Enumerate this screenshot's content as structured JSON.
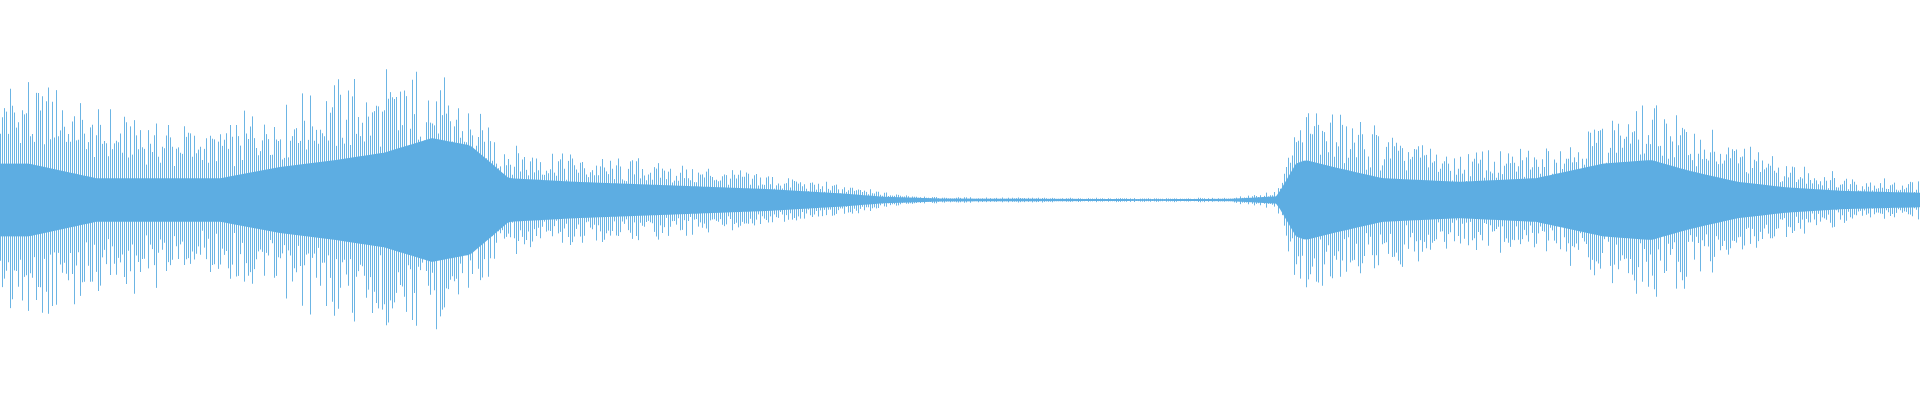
{
  "chart_data": {
    "type": "waveform",
    "color": "#5dade2",
    "background": "#ffffff",
    "y_range": [
      -1,
      1
    ],
    "x_range": [
      0,
      1
    ],
    "grid": false,
    "axes": false,
    "legend": "none",
    "envelope": {
      "time": [
        0.0,
        0.015,
        0.05,
        0.085,
        0.115,
        0.145,
        0.175,
        0.2,
        0.225,
        0.245,
        0.265,
        0.3,
        0.35,
        0.4,
        0.44,
        0.46,
        0.49,
        0.55,
        0.6,
        0.64,
        0.665,
        0.675,
        0.68,
        0.695,
        0.72,
        0.76,
        0.8,
        0.835,
        0.86,
        0.88,
        0.905,
        0.93,
        0.96,
        1.0
      ],
      "peak": [
        0.6,
        0.63,
        0.5,
        0.42,
        0.4,
        0.52,
        0.6,
        0.65,
        0.66,
        0.48,
        0.3,
        0.24,
        0.2,
        0.14,
        0.08,
        0.04,
        0.015,
        0.012,
        0.01,
        0.012,
        0.045,
        0.45,
        0.5,
        0.45,
        0.36,
        0.25,
        0.28,
        0.44,
        0.5,
        0.42,
        0.3,
        0.2,
        0.13,
        0.1
      ],
      "body": [
        0.2,
        0.2,
        0.12,
        0.12,
        0.12,
        0.18,
        0.22,
        0.26,
        0.34,
        0.3,
        0.12,
        0.1,
        0.08,
        0.06,
        0.035,
        0.018,
        0.008,
        0.006,
        0.005,
        0.006,
        0.02,
        0.2,
        0.22,
        0.18,
        0.12,
        0.1,
        0.12,
        0.2,
        0.22,
        0.16,
        0.1,
        0.07,
        0.05,
        0.04
      ]
    }
  }
}
